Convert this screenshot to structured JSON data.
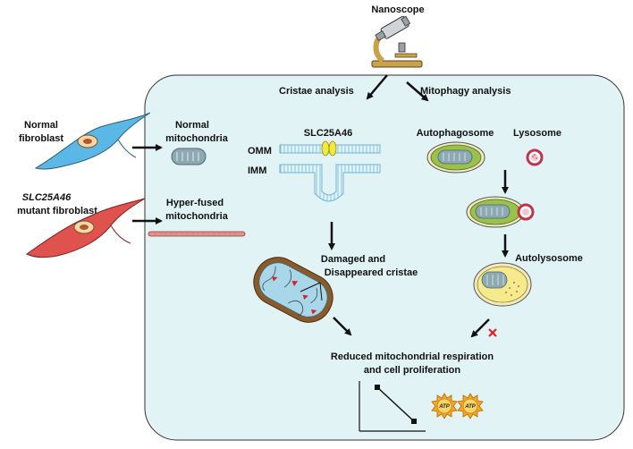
{
  "labels": {
    "nanoscope": "Nanoscope",
    "cristae_analysis": "Cristae analysis",
    "mitophagy_analysis": "Mitophagy analysis",
    "normal_fibroblast_1": "Normal",
    "normal_fibroblast_2": "fibroblast",
    "mutant_fibroblast_1": "SLC25A46",
    "mutant_fibroblast_2": "mutant fibroblast",
    "normal_mito_1": "Normal",
    "normal_mito_2": "mitochondria",
    "hyperfused_mito_1": "Hyper-fused",
    "hyperfused_mito_2": "mitochondria",
    "slc25a46": "SLC25A46",
    "omm": "OMM",
    "imm": "IMM",
    "damaged_1": "Damaged and",
    "damaged_2": "Disappeared cristae",
    "autophagosome": "Autophagosome",
    "lysosome": "Lysosome",
    "autolysosome": "Autolysosome",
    "reduced_1": "Reduced mitochondrial respiration",
    "reduced_2": "and cell proliferation",
    "atp_1": "ATP",
    "atp_2": "ATP"
  },
  "colors": {
    "cell_background": "#e2f3f5",
    "normal_fibroblast": "#5bb8e6",
    "mutant_fibroblast": "#e0524e",
    "mitochondrion_fill": "#8fa9b3",
    "cristae_tube": "#8fd0ec",
    "slc25a46_protein": "#f2e93a",
    "autophagosome_fill": "#98c24a",
    "lysosome_fill": "#c2334a",
    "autolysosome_fill": "#f5eb8c",
    "damaged_mito_outer": "#8b5a2b",
    "inhibition_mark": "#e02020",
    "atp_sun": "#f5a623"
  },
  "icons": {
    "nanoscope": "microscope-icon",
    "inhibition": "red-x-icon",
    "energy": "atp-sun-icon"
  }
}
